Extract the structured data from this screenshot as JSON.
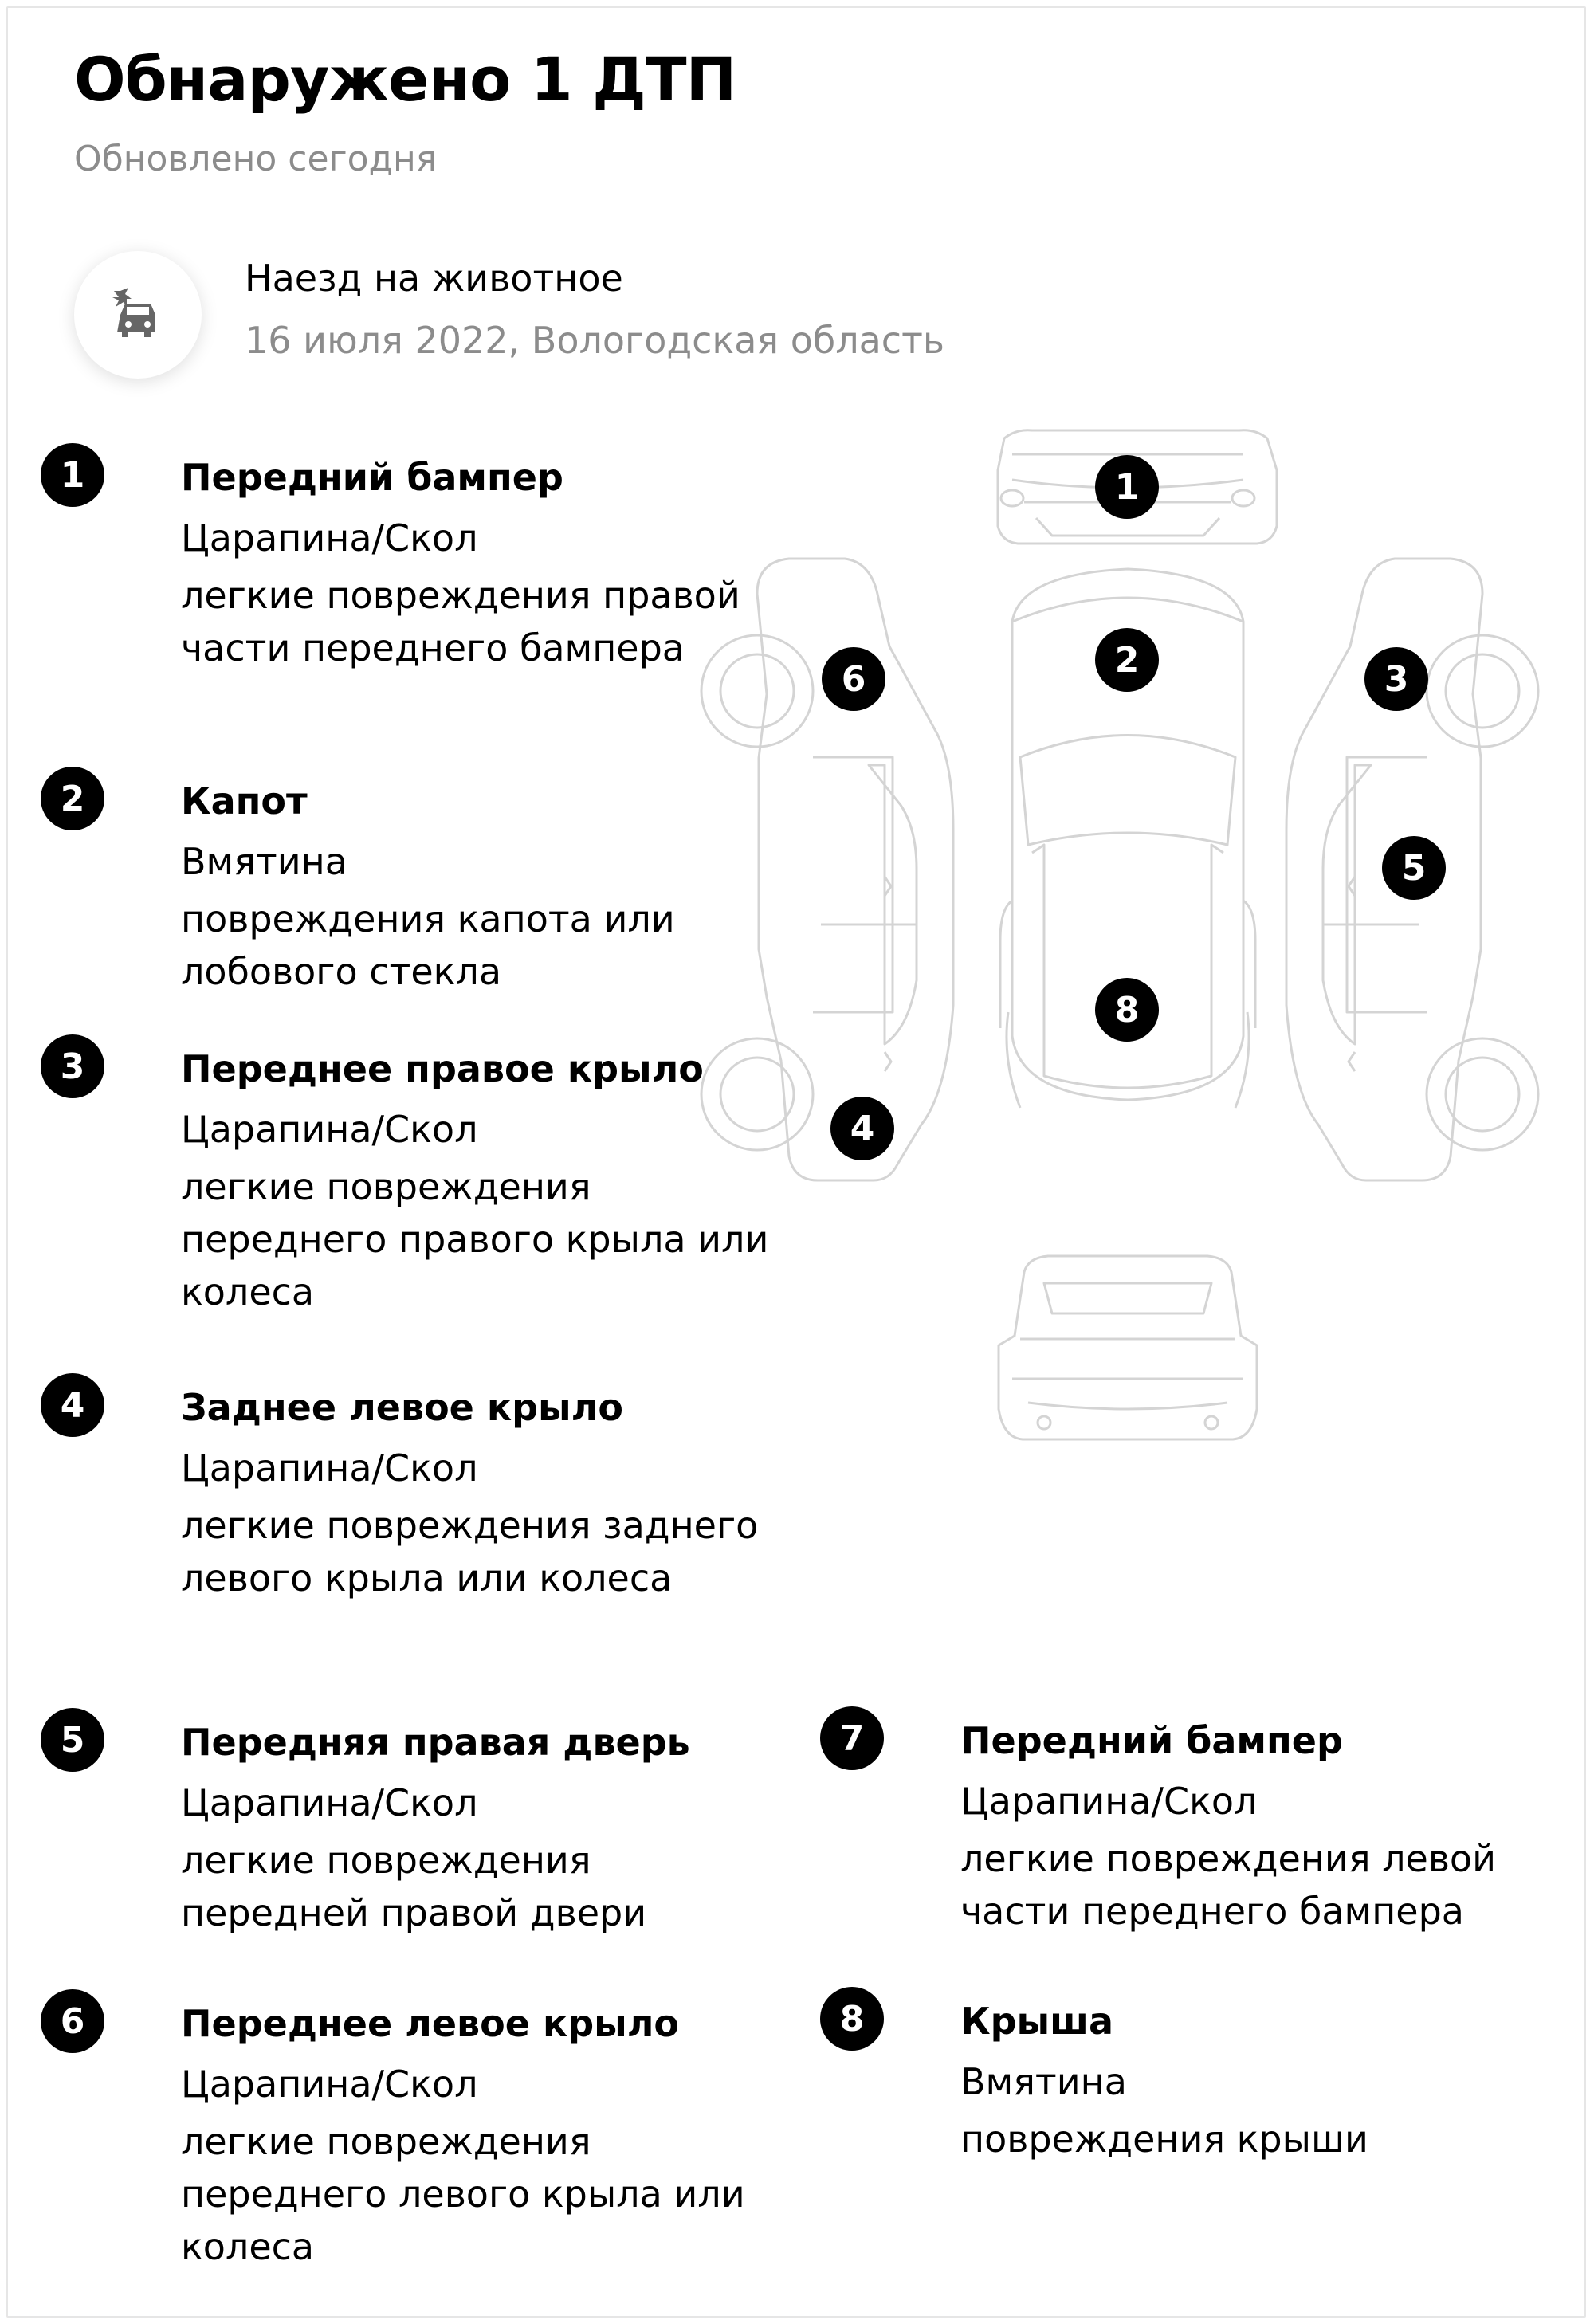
{
  "header": {
    "title": "Обнаружено 1 ДТП",
    "subtitle": "Обновлено сегодня"
  },
  "event": {
    "icon": "car-crash-icon",
    "title": "Наезд на животное",
    "subtitle": "16 июля 2022, Вологодская область"
  },
  "damages": [
    {
      "number": "1",
      "part": "Передний бампер",
      "type": "Царапина/Скол",
      "description": "легкие повреждения правой части переднего бампера"
    },
    {
      "number": "2",
      "part": "Капот",
      "type": "Вмятина",
      "description": "повреждения капота или лобового стекла"
    },
    {
      "number": "3",
      "part": "Переднее правое крыло",
      "type": "Царапина/Скол",
      "description": "легкие повреждения переднего правого крыла или колеса"
    },
    {
      "number": "4",
      "part": "Заднее левое крыло",
      "type": "Царапина/Скол",
      "description": "легкие повреждения заднего левого крыла или колеса"
    },
    {
      "number": "5",
      "part": "Передняя правая дверь",
      "type": "Царапина/Скол",
      "description": "легкие повреждения передней правой двери"
    },
    {
      "number": "6",
      "part": "Переднее левое крыло",
      "type": "Царапина/Скол",
      "description": "легкие повреждения переднего левого крыла или колеса"
    },
    {
      "number": "7",
      "part": "Передний бампер",
      "type": "Царапина/Скол",
      "description": "легкие повреждения левой части переднего бампера"
    },
    {
      "number": "8",
      "part": "Крыша",
      "type": "Вмятина",
      "description": "повреждения крыши"
    }
  ],
  "diagram": {
    "markers": [
      "1",
      "2",
      "3",
      "4",
      "5",
      "6",
      "8"
    ]
  }
}
